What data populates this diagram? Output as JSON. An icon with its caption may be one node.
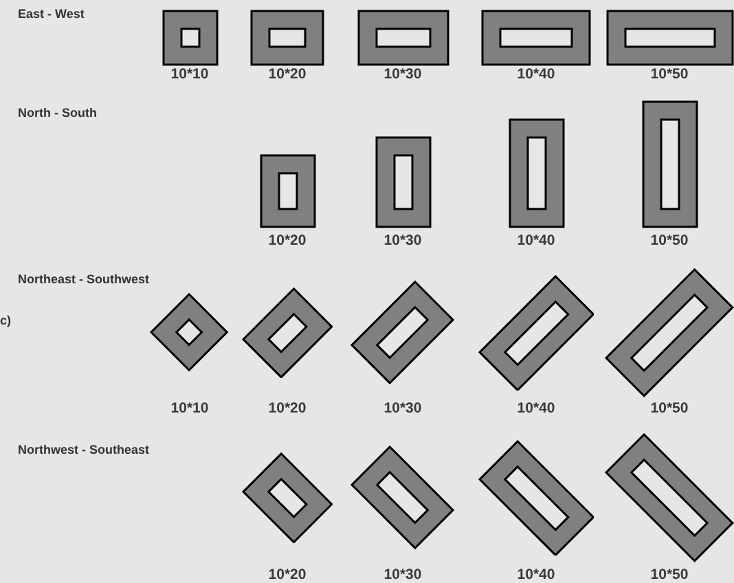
{
  "diagram": {
    "nodes": [
      {
        "text": [],
        "shape": "box",
        "beside": [
          "10*10"
        ]
      },
      {
        "text": [],
        "shape": "box",
        "beside": [
          "10*20"
        ]
      },
      {
        "text": [],
        "shape": "box",
        "beside": [
          "10*30"
        ]
      },
      {
        "text": [],
        "shape": "box",
        "beside": [
          "10*40"
        ]
      },
      {
        "text": [],
        "shape": "box",
        "beside": [
          "10*50"
        ]
      },
      {
        "text": [],
        "shape": "box",
        "beside": [
          "10*20"
        ]
      },
      {
        "text": [],
        "shape": "box",
        "beside": [
          "10*30"
        ]
      },
      {
        "text": [],
        "shape": "box",
        "beside": [
          "10*40"
        ]
      },
      {
        "text": [],
        "shape": "box",
        "beside": [
          "10*50"
        ]
      },
      {
        "text": [],
        "shape": "box",
        "beside": [
          "10*10"
        ]
      },
      {
        "text": [],
        "shape": "box",
        "beside": [
          "10*20"
        ]
      },
      {
        "text": [],
        "shape": "box",
        "beside": [
          "10*30"
        ]
      },
      {
        "text": [],
        "shape": "box",
        "beside": [
          "10*40"
        ]
      },
      {
        "text": [],
        "shape": "box",
        "beside": [
          "10*50"
        ]
      },
      {
        "text": [],
        "shape": "box",
        "beside": [
          "10*20"
        ]
      },
      {
        "text": [],
        "shape": "box",
        "beside": [
          "10*30"
        ]
      },
      {
        "text": [],
        "shape": "box",
        "beside": [
          "10*40"
        ]
      },
      {
        "text": [],
        "shape": "box",
        "beside": [
          "10*50"
        ]
      }
    ],
    "labels": [
      "East - West",
      "North - South",
      "Northeast - Southwest",
      "c)",
      "Northwest - Southeast"
    ]
  }
}
